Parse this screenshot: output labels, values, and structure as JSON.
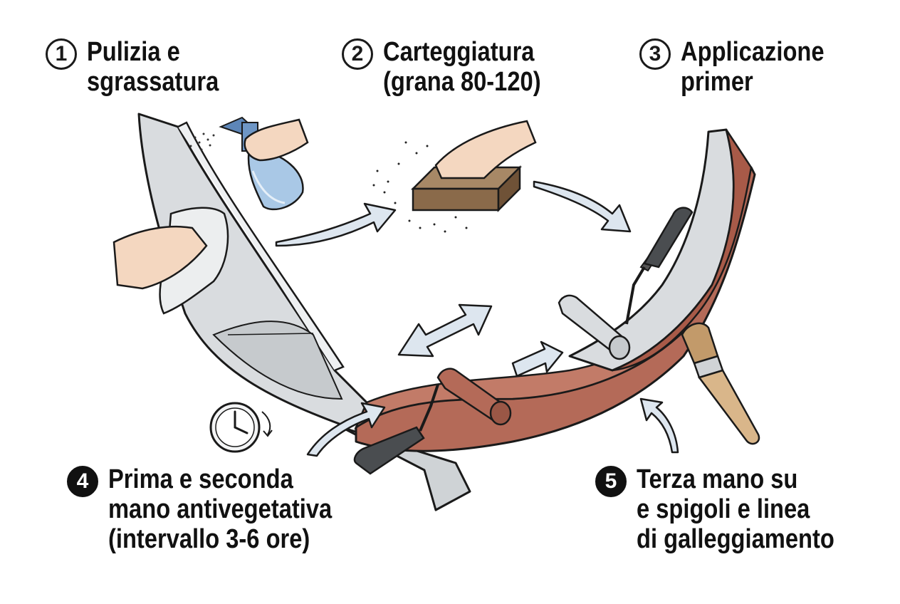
{
  "steps": [
    {
      "number": "1",
      "lines": [
        "Pulizia e",
        "sgrassatura"
      ]
    },
    {
      "number": "2",
      "lines": [
        "Carteggiatura",
        "(grana 80-120)"
      ]
    },
    {
      "number": "3",
      "lines": [
        "Applicazione",
        "primer"
      ]
    },
    {
      "number": "4",
      "lines": [
        "Prima e seconda",
        "mano antivegetativa",
        "(intervallo 3-6 ore)"
      ]
    },
    {
      "number": "5",
      "lines": [
        "Terza mano su",
        "e spigoli e linea",
        "di galleggiamento"
      ]
    }
  ],
  "icons": [
    "spray-bottle-icon",
    "cleaning-cloth-icon",
    "sanding-block-icon",
    "paint-roller-icon",
    "paint-brush-icon",
    "clock-icon",
    "arrow-icon"
  ],
  "colors": {
    "hull_gray": "#d9dcdf",
    "antifouling": "#b46a58",
    "spray_liquid": "#a9c8e6",
    "sanding_block": "#8a6a4a",
    "arrow_fill": "#dde6ef",
    "outline": "#1a1a1a"
  }
}
